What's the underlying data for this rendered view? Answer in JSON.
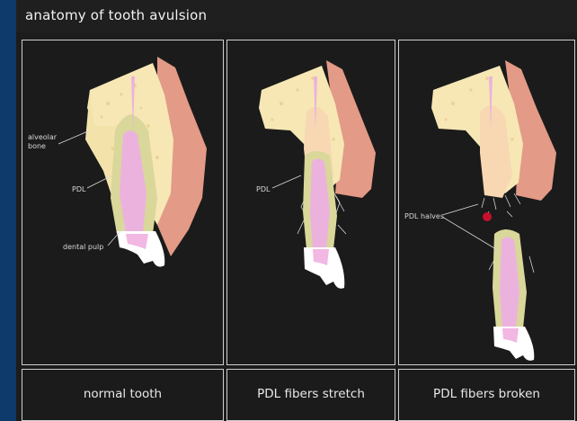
{
  "title": "anatomy of tooth avulsion",
  "panels": [
    {
      "caption": "normal tooth",
      "labels": {
        "alveolar": "alveolar bone",
        "pdl": "PDL",
        "pulp": "dental pulp"
      }
    },
    {
      "caption": "PDL fibers stretch",
      "labels": {
        "pdl": "PDL"
      }
    },
    {
      "caption": "PDL fibers broken",
      "labels": {
        "pdl": "PDL halves"
      }
    }
  ],
  "colors": {
    "bone": "#f6e7b5",
    "gum": "#e39a86",
    "pdl": "#d9d79a",
    "pulp": "#ecb2de",
    "enamel": "#ffffff",
    "blood": "#c8102e"
  }
}
